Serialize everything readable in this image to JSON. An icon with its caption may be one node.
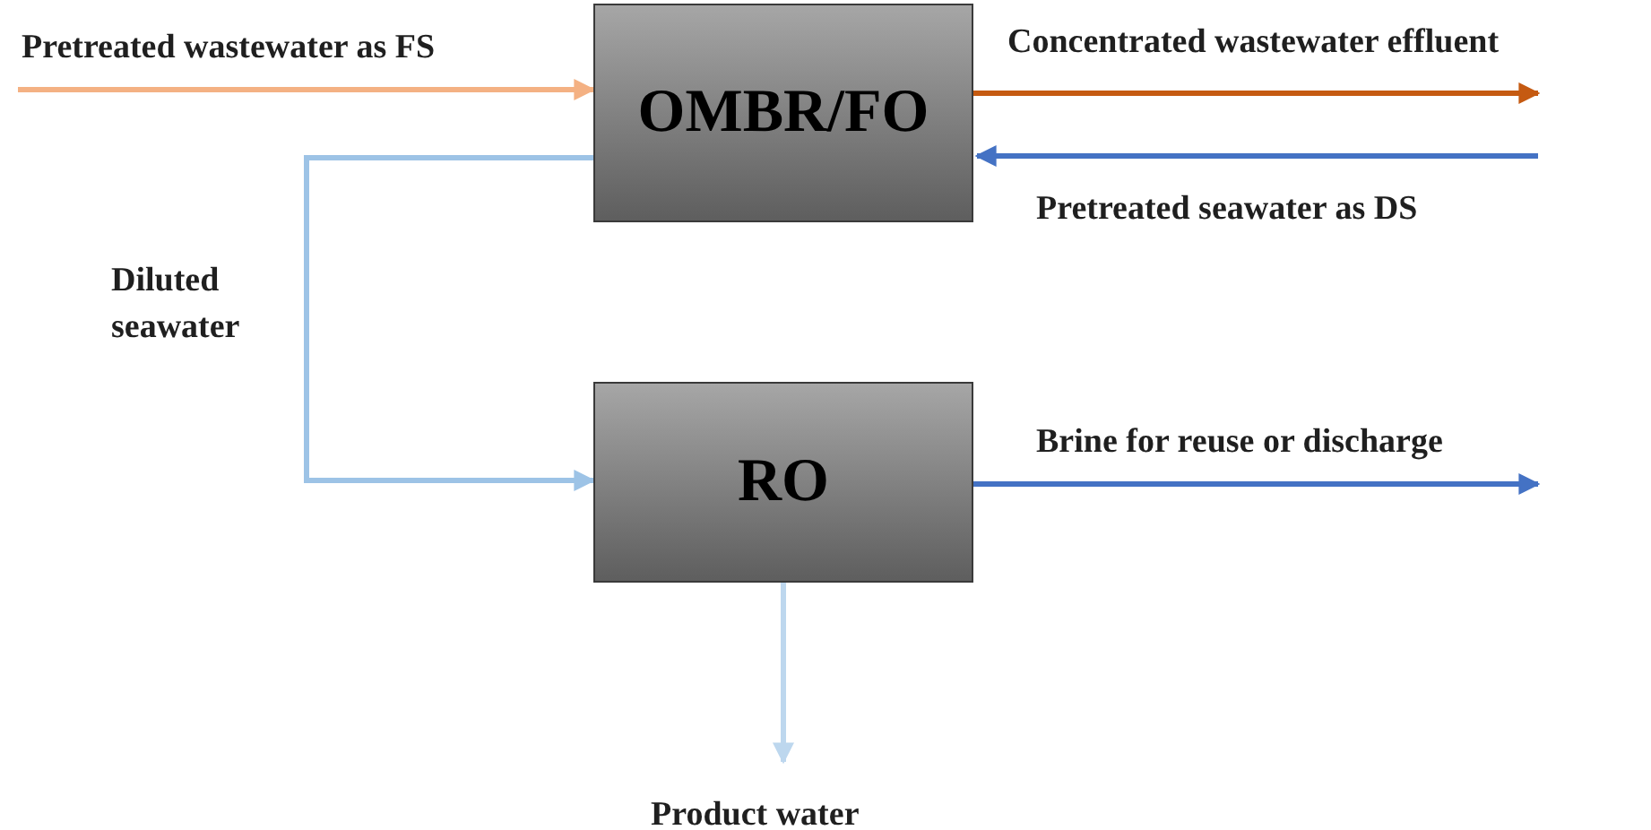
{
  "diagram": {
    "nodes": [
      {
        "text": [
          "OMBR/FO"
        ]
      },
      {
        "text": [
          "RO"
        ]
      }
    ],
    "edges": [
      {
        "from": null,
        "to": 0,
        "arrow": "to",
        "label": "Pretreated wastewater as FS",
        "color": "#f4b183"
      },
      {
        "from": 0,
        "to": null,
        "arrow": "to",
        "label": "Concentrated wastewater effluent",
        "color": "#c55a11"
      },
      {
        "from": null,
        "to": 0,
        "arrow": "to",
        "label": "Pretreated seawater as DS",
        "color": "#4472c4"
      },
      {
        "from": 0,
        "to": 1,
        "arrow": "to",
        "label": "Diluted seawater",
        "color": "#9dc3e6"
      },
      {
        "from": 1,
        "to": null,
        "arrow": "to",
        "label": "Brine for reuse or discharge",
        "color": "#4472c4"
      },
      {
        "from": 1,
        "to": null,
        "arrow": "to",
        "label": "Product water",
        "color": "#bdd7ee"
      }
    ]
  }
}
